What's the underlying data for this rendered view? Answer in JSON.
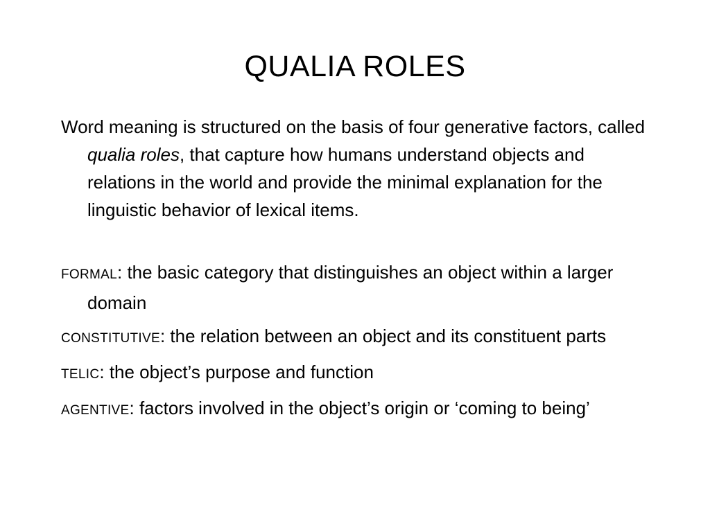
{
  "slide": {
    "title": "QUALIA ROLES",
    "intro": {
      "before": "Word meaning is structured on the basis of four generative factors, called ",
      "emphasis": "qualia roles",
      "after": ", that capture how humans understand objects and relations in the world and provide the minimal explanation for the linguistic behavior of lexical items."
    },
    "roles": [
      {
        "term": "FORMAL",
        "separator": ": ",
        "definition": "the basic category that distinguishes an object within a larger domain"
      },
      {
        "term": "CONSTITUTIVE",
        "separator": ": ",
        "definition": "the relation between an object and its constituent parts"
      },
      {
        "term": "TELIC",
        "separator": ": ",
        "definition": "the object’s purpose and function"
      },
      {
        "term": "AGENTIVE",
        "separator": ": ",
        "definition": "factors involved in the object’s origin or ‘coming to being’"
      }
    ]
  }
}
